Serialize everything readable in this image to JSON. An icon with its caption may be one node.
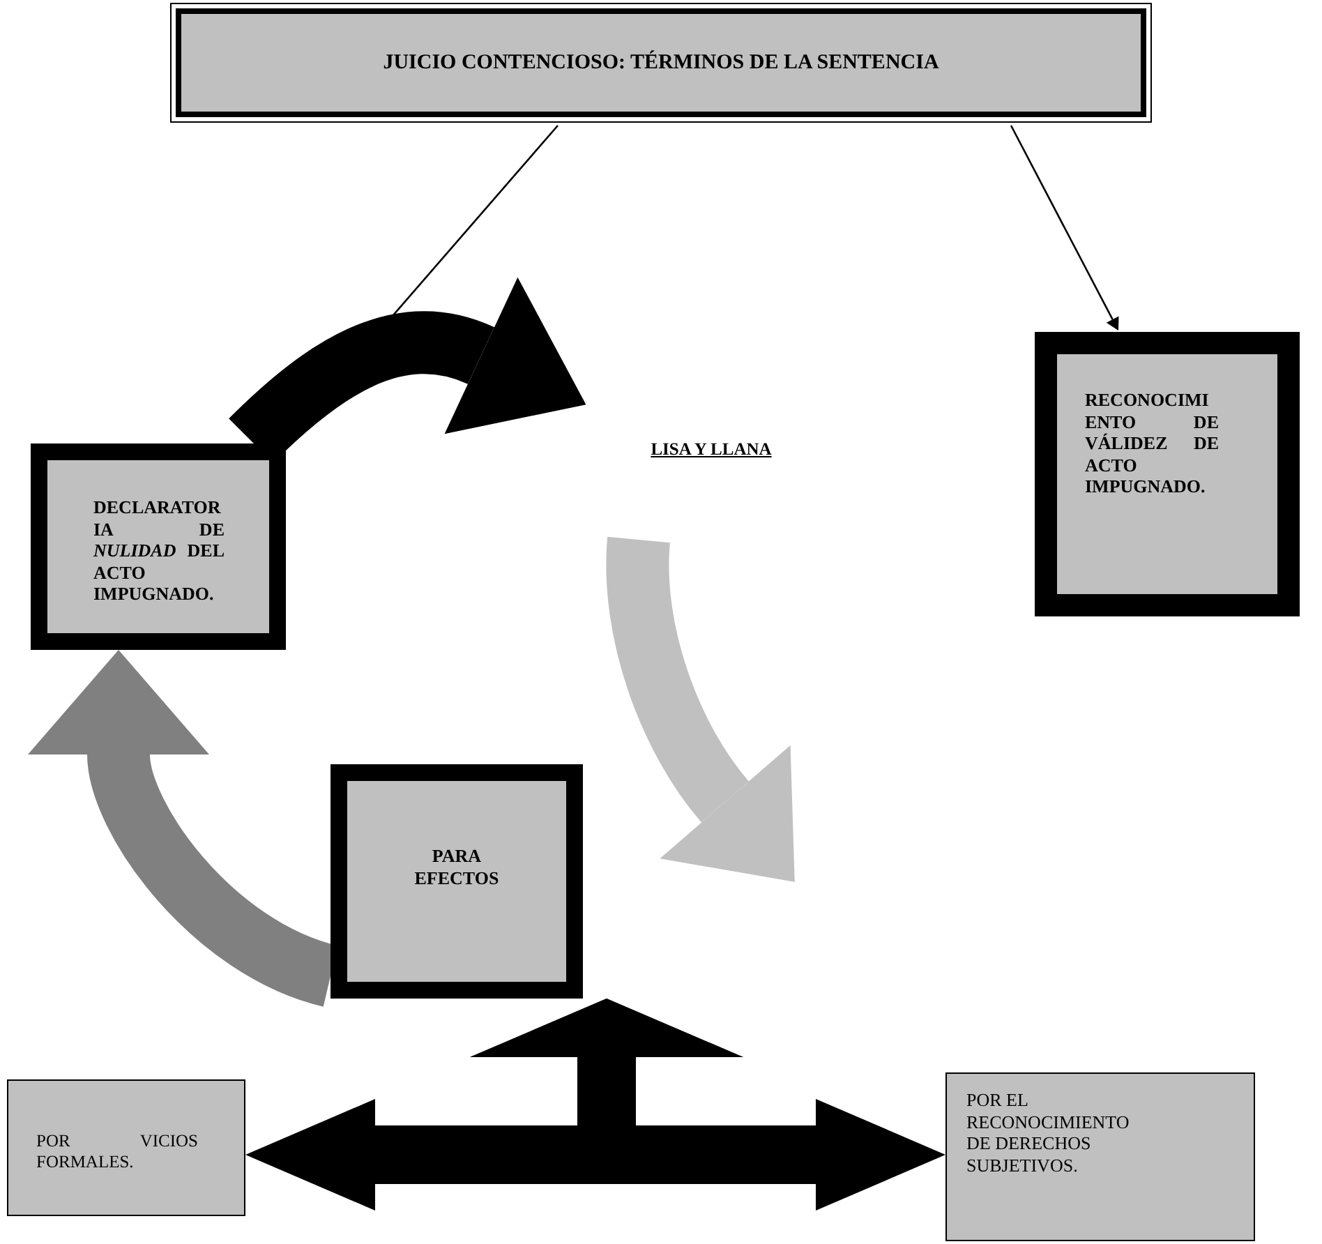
{
  "diagram": {
    "nodes": [
      {
        "text": [
          "JUICIO CONTENCIOSO: TÉRMINOS DE LA SENTENCIA"
        ]
      },
      {
        "text": [
          "LISA Y LLANA"
        ]
      },
      {
        "text": [
          "DECLARATORIA DE *NULIDAD* DEL ACTO IMPUGNADO."
        ]
      },
      {
        "text": [
          "RECONOCIMIENTO DE VÁLIDEZ DE ACTO IMPUGNADO."
        ]
      },
      {
        "text": [
          "PARA EFECTOS"
        ]
      },
      {
        "text": [
          "POR VICIOS FORMALES."
        ]
      },
      {
        "text": [
          "POR EL RECONOCIMIENTO DE DERECHOS SUBJETIVOS."
        ]
      }
    ],
    "edges": [
      {
        "from": 0,
        "to": 2,
        "arrow": "to"
      },
      {
        "from": 0,
        "to": 3,
        "arrow": "to"
      },
      {
        "from": 2,
        "to": 1,
        "arrow": "to"
      },
      {
        "from": 1,
        "to": 4,
        "arrow": "to",
        "color": "#c0c0c0"
      },
      {
        "from": 4,
        "to": 2,
        "arrow": "to",
        "color": "#808080"
      },
      {
        "from": 4,
        "to": 5,
        "arrow": "both"
      },
      {
        "from": 4,
        "to": 6,
        "arrow": "both"
      }
    ]
  }
}
